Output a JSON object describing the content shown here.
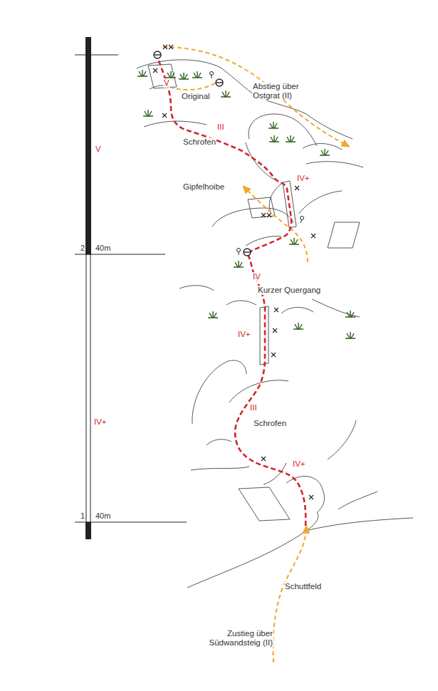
{
  "diagram": {
    "labels": [
      "V",
      "2",
      "40m",
      "IV+",
      "1",
      "40m",
      "V",
      "Original",
      "III",
      "Schrofen",
      "Abstieg über Ostgrat (II)",
      "Gipfelhoibe",
      "IV+",
      "IV",
      "Kurzer Quergang",
      "IV+",
      "III",
      "Schrofen",
      "IV+",
      "Schuttfeld",
      "Zustieg über Südwandsteig (II)"
    ]
  }
}
